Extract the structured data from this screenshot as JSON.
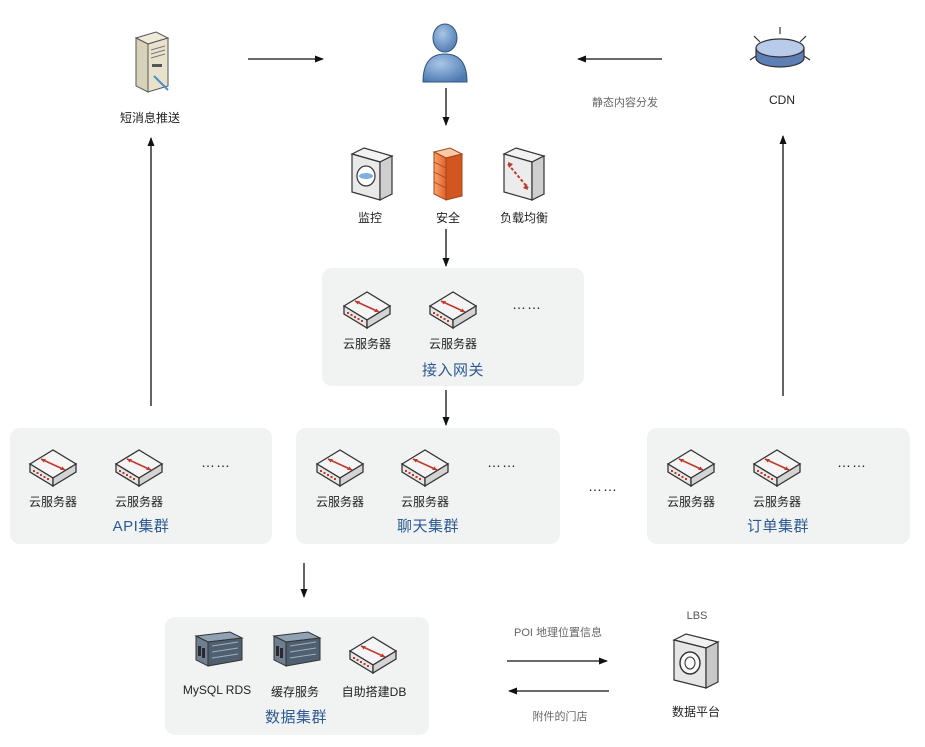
{
  "top": {
    "sms_label": "短消息推送",
    "cdn_label": "CDN",
    "static_note": "静态内容分发"
  },
  "security": {
    "monitor_label": "监控",
    "safety_label": "安全",
    "lb_label": "负载均衡"
  },
  "gateway": {
    "title": "接入网关",
    "server_label": "云服务器",
    "ellipsis": "……"
  },
  "clusters": {
    "api_title": "API集群",
    "chat_title": "聊天集群",
    "order_title": "订单集群",
    "server_label": "云服务器",
    "ellipsis": "……",
    "between_ellipsis": "……"
  },
  "data": {
    "title": "数据集群",
    "mysql_label": "MySQL RDS",
    "cache_label": "缓存服务",
    "selfdb_label": "自助搭建DB"
  },
  "lbs": {
    "caption": "LBS",
    "platform_label": "数据平台",
    "poi_note": "POI 地理位置信息",
    "store_note": "附件的门店"
  },
  "colors": {
    "panel_bg": "#f1f2f2",
    "title_blue": "#2d5a93",
    "arrow": "#111111",
    "server_red": "#c0392b"
  },
  "icons": {
    "sms": "server-tower-icon",
    "user": "user-icon",
    "cdn": "cdn-disk-icon",
    "monitor": "monitor-box-icon",
    "firewall": "firewall-icon",
    "load_balancer": "load-balancer-icon",
    "cloud_server": "cloud-server-icon",
    "mysql": "rack-server-icon",
    "lbs_platform": "data-platform-icon"
  }
}
